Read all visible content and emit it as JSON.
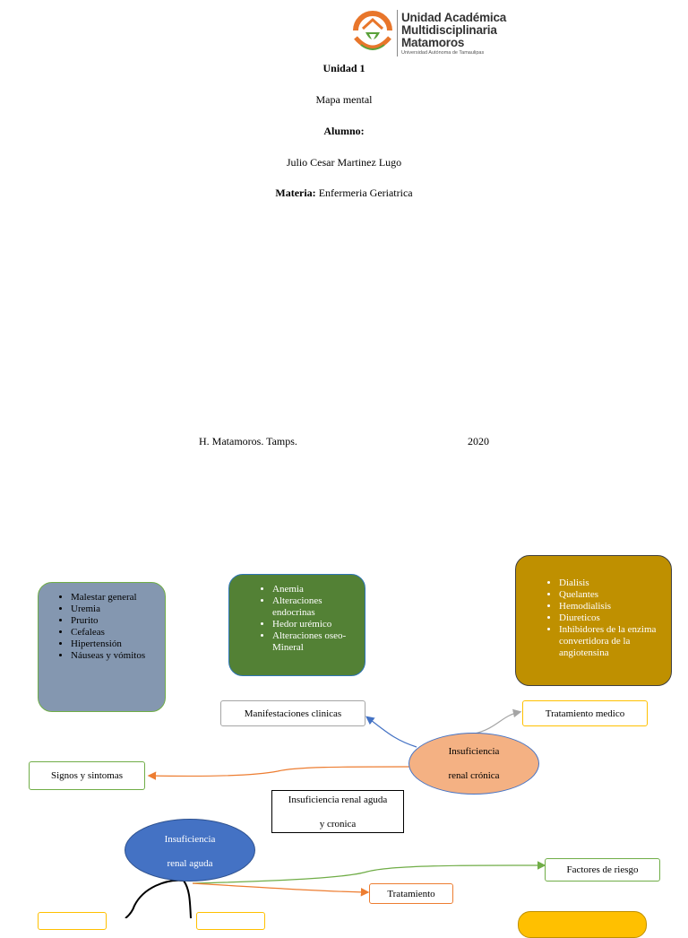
{
  "logo": {
    "line1": "Unidad Académica",
    "line2": "Multidisciplinaria",
    "line3": "Matamoros",
    "sub": "Universidad Autónoma de Tamaulipas",
    "colors": {
      "orange": "#e8762b",
      "green": "#5aa13a"
    }
  },
  "cover": {
    "unidad": "Unidad 1",
    "tipo": "Mapa mental",
    "alumno_label": "Alumno:",
    "alumno": "Julio Cesar Martinez Lugo",
    "materia_label": "Materia:",
    "materia": " Enfermeria Geriatrica",
    "lugar": "H. Matamoros. Tamps.",
    "anio": "2020"
  },
  "mindmap": {
    "signos_box": {
      "items": [
        "Malestar general",
        "Uremia",
        "Prurito",
        "Cefaleas",
        "Hipertensión",
        "Náuseas y vómitos"
      ],
      "color": "#8497b0"
    },
    "manifestaciones_box": {
      "items": [
        "Anemia",
        "Alteraciones endocrinas",
        "Hedor urémico",
        "Alteraciones oseo-Mineral"
      ],
      "color": "#538135"
    },
    "tratamiento_box": {
      "items": [
        "Dialisis",
        "Quelantes",
        "Hemodialisis",
        "Diureticos",
        "Inhibidores de la enzima convertidora de la angiotensina"
      ],
      "color": "#bf9000"
    },
    "manifestaciones_label": "Manifestaciones clinicas",
    "tratamiento_medico_label": "Tratamiento medico",
    "signos_label": "Signos y sintomas",
    "cronica_line1": "Insuficiencia",
    "cronica_line2": "renal crónica",
    "titulo_line1": "Insuficiencia renal aguda",
    "titulo_line2": "y cronica",
    "aguda_line1": "Insuficiencia",
    "aguda_line2": "renal aguda",
    "factores_label": "Factores de riesgo",
    "tratamiento_label": "Tratamiento"
  }
}
